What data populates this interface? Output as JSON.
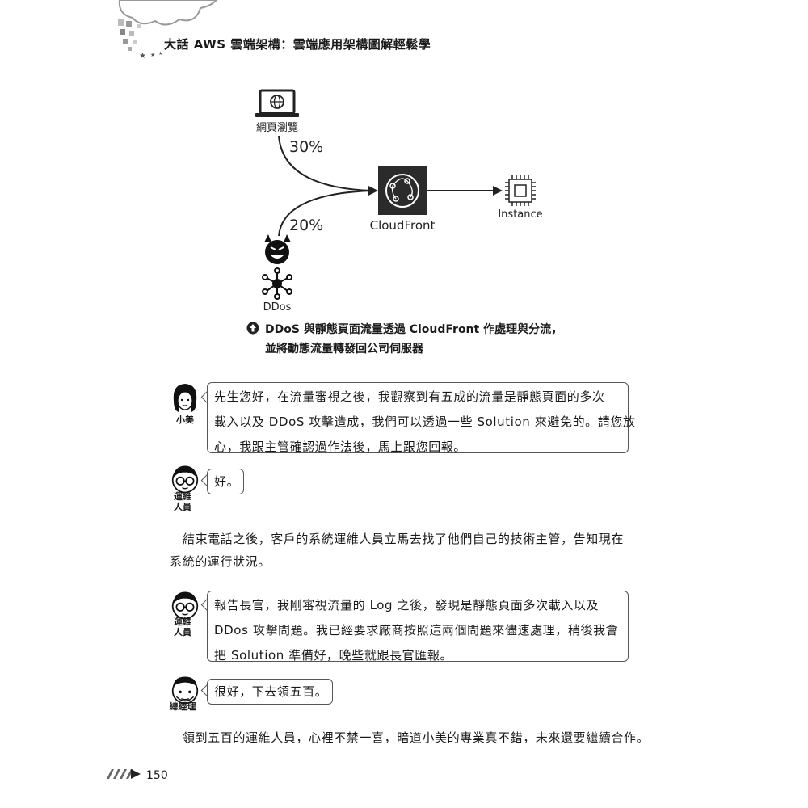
{
  "header": {
    "title": "大話 AWS 雲端架構：雲端應用架構圖解輕鬆學"
  },
  "diagram": {
    "browser_label": "網頁瀏覽",
    "browser_percent": "30%",
    "ddos_percent": "20%",
    "cloudfront_label": "CloudFront",
    "instance_label": "Instance",
    "ddos_label": "DDos"
  },
  "caption": {
    "line1": "DDoS 與靜態頁面流量透過 CloudFront 作處理與分流，",
    "line2": "並將動態流量轉發回公司伺服器"
  },
  "dialogues": [
    {
      "speaker": "小美",
      "lines": [
        "先生您好，在流量審視之後，我觀察到有五成的流量是靜態頁面的多次",
        "載入以及 DDoS 攻擊造成，我們可以透過一些 Solution 來避免的。請您放",
        "心，我跟主管確認過作法後，馬上跟您回報。"
      ]
    },
    {
      "speaker_line1": "運維",
      "speaker_line2": "人員",
      "lines": [
        "好。"
      ]
    }
  ],
  "paragraph1": {
    "line1": "結束電話之後，客戶的系統運維人員立馬去找了他們自己的技術主管，告知現在",
    "line2": "系統的運行狀況。"
  },
  "dialogue3": {
    "speaker_line1": "運維",
    "speaker_line2": "人員",
    "lines": [
      "報告長官，我剛審視流量的 Log 之後，發現是靜態頁面多次載入以及",
      "DDos 攻擊問題。我已經要求廠商按照這兩個問題來儘速處理，稍後我會",
      "把 Solution 準備好，晚些就跟長官匯報。"
    ]
  },
  "dialogue4": {
    "speaker": "總經理",
    "lines": [
      "很好，下去領五百。"
    ]
  },
  "paragraph2": {
    "line1": "領到五百的運維人員，心裡不禁一喜，暗道小美的專業真不錯，未來還要繼續合作。"
  },
  "footer": {
    "page_number": "150"
  }
}
